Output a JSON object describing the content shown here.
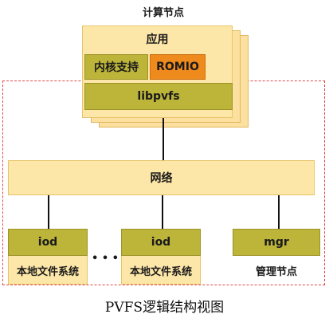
{
  "compute_node": {
    "title": "计算节点",
    "app_label": "应用",
    "kernel_support_label": "内核支持",
    "romio_label": "ROMIO",
    "libpvfs_label": "libpvfs"
  },
  "network_label": "网络",
  "io_nodes": [
    {
      "daemon_label": "iod",
      "fs_label": "本地文件系统"
    },
    {
      "daemon_label": "iod",
      "fs_label": "本地文件系统"
    }
  ],
  "ellipsis": "• • •",
  "manager_node": {
    "daemon_label": "mgr",
    "title": "管理节点"
  },
  "caption": "PVFS逻辑结构视图",
  "colors": {
    "pale_yellow": "#fde7a8",
    "olive": "#bdb43a",
    "orange": "#ef8a1d",
    "dashed_border": "#e04848"
  }
}
